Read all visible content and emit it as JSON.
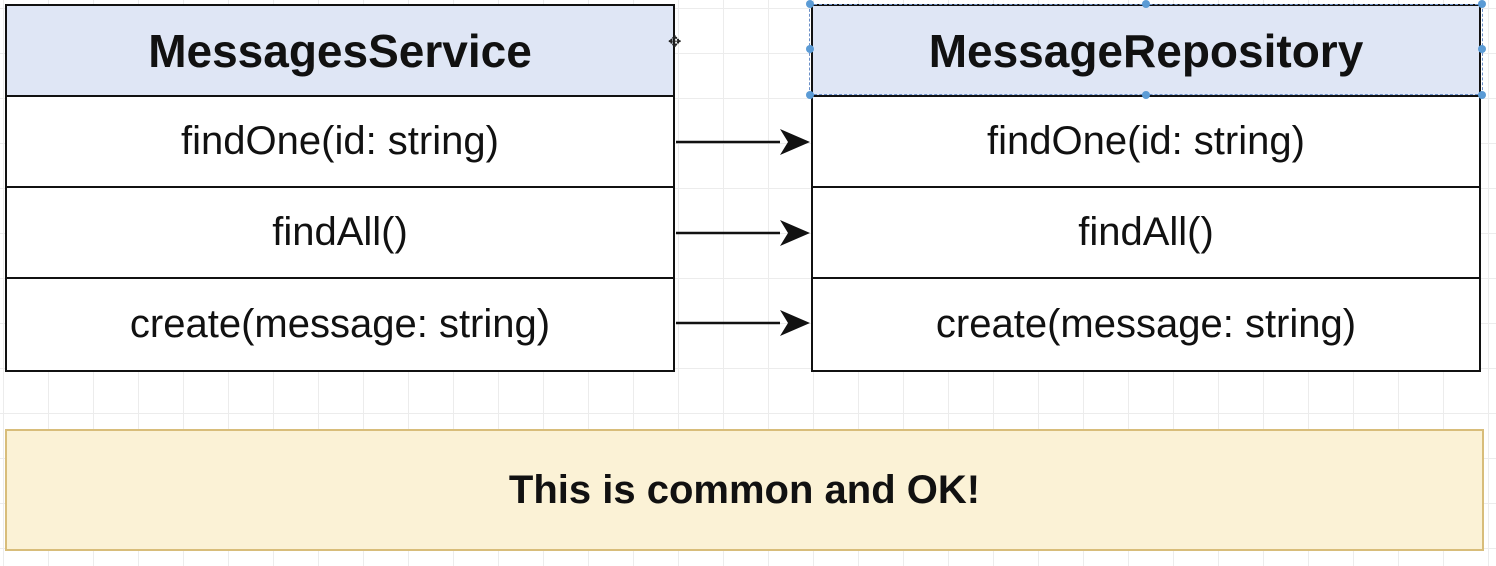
{
  "left_class": {
    "name": "MessagesService",
    "methods": [
      "findOne(id: string)",
      "findAll()",
      "create(message: string)"
    ]
  },
  "right_class": {
    "name": "MessageRepository",
    "methods": [
      "findOne(id: string)",
      "findAll()",
      "create(message: string)"
    ]
  },
  "note": {
    "text": "This is common and OK!"
  },
  "colors": {
    "class_header_fill": "#dfe6f5",
    "note_fill": "#fbf2d6",
    "note_border": "#d8bd7a",
    "selection_handle": "#5b9bd5"
  },
  "icons": {
    "cursor": "move-cursor-icon"
  }
}
